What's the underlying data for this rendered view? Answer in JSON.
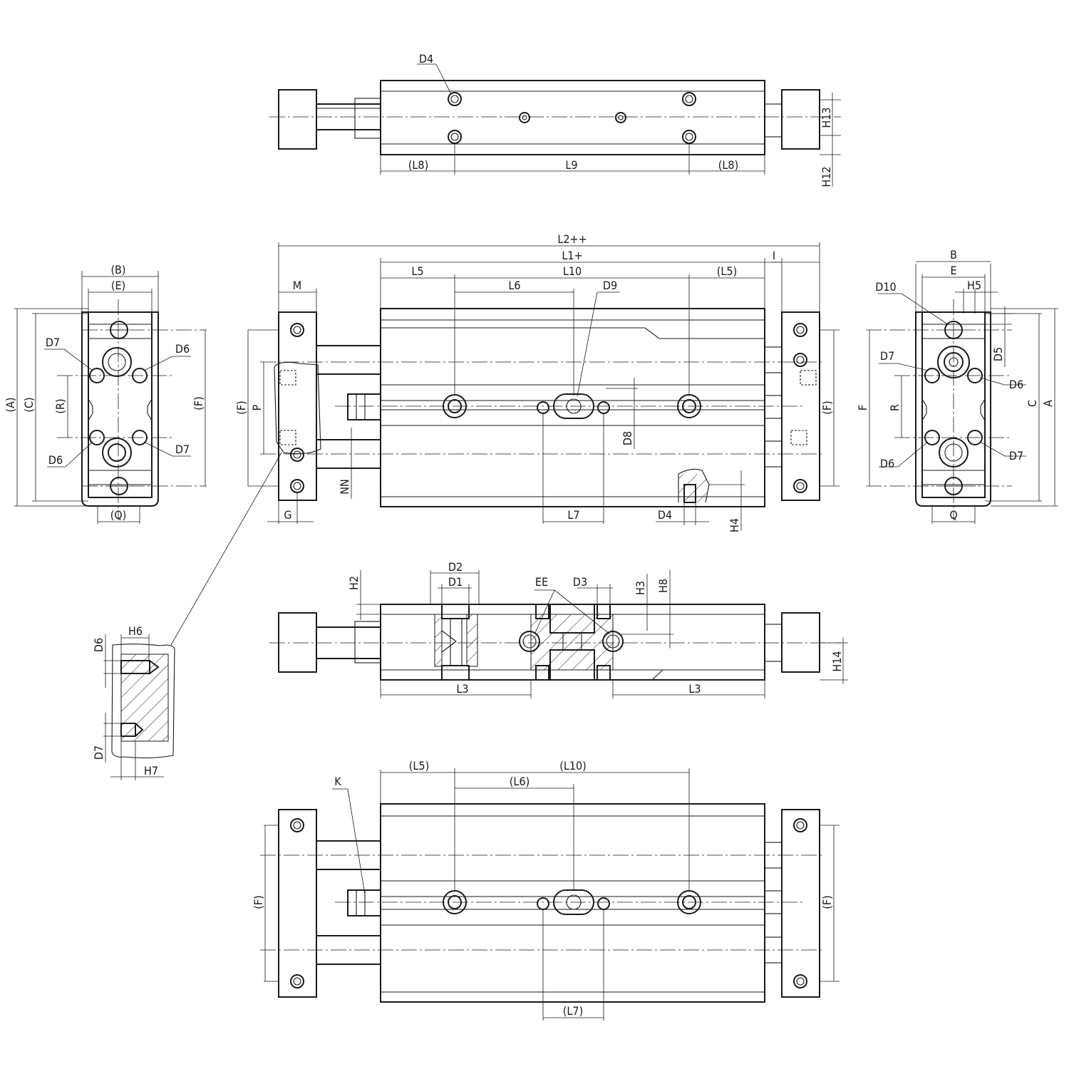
{
  "labels": {
    "top": {
      "D4": "D4",
      "L8a": "(L8)",
      "L9": "L9",
      "L8b": "(L8)",
      "H13": "H13",
      "H12": "H12"
    },
    "front": {
      "L2": "L2++",
      "L1": "L1+",
      "I": "I",
      "L5": "L5",
      "L10": "L10",
      "L5p": "(L5)",
      "M": "M",
      "L6": "L6",
      "D9": "D9",
      "Fl": "(F)",
      "P": "P",
      "Fr": "(F)",
      "D8": "D8",
      "NN": "NN",
      "G": "G",
      "L7": "L7",
      "D4": "D4",
      "H4": "H4"
    },
    "left": {
      "B": "(B)",
      "E": "(E)",
      "A": "(A)",
      "C": "(C)",
      "R": "(R)",
      "F": "(F)",
      "D7a": "D7",
      "D6a": "D6",
      "D6b": "D6",
      "D7b": "D7",
      "Q": "(Q)"
    },
    "right": {
      "B": "B",
      "E": "E",
      "D10": "D10",
      "H5": "H5",
      "D5": "D5",
      "D7a": "D7",
      "D6a": "D6",
      "F": "F",
      "R": "R",
      "C": "C",
      "A": "A",
      "D6b": "D6",
      "D7b": "D7",
      "Q": "Q"
    },
    "section": {
      "D2": "D2",
      "D1": "D1",
      "H2": "H2",
      "EE": "EE",
      "D3": "D3",
      "H3": "H3",
      "H8": "H8",
      "H14": "H14",
      "L3a": "L3",
      "L3b": "L3"
    },
    "detail": {
      "H6": "H6",
      "D6": "D6",
      "D7": "D7",
      "H7": "H7"
    },
    "bottom": {
      "L5": "(L5)",
      "L10": "(L10)",
      "L6": "(L6)",
      "K": "K",
      "Fl": "(F)",
      "Fr": "(F)",
      "L7": "(L7)"
    }
  }
}
